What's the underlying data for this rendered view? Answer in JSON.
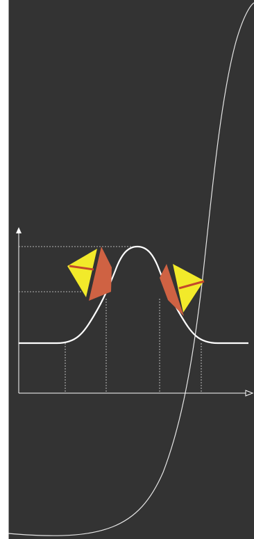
{
  "diagram": {
    "type": "peak-curve-with-rotating-pieces",
    "colors": {
      "background": "#333333",
      "frame": "#ffffff",
      "axis": "#ffffff",
      "curve": "#ffffff",
      "sigmoid": "#e6e6e6",
      "guide_lines": "#e0e0e0",
      "piece_yellow": "#f2ea2a",
      "piece_orange": "#cf6243",
      "piece_stripe": "#c4482b"
    },
    "axes": {
      "y_axis_arrow": "arrow-up-icon",
      "x_axis_arrow": "arrow-right-icon"
    },
    "pieces": [
      {
        "name": "left-piece",
        "icon": "rotating-piece-icon"
      },
      {
        "name": "right-piece",
        "icon": "rotating-piece-icon"
      }
    ],
    "elements": [
      "background-panel",
      "sigmoid-curve",
      "peak-curve",
      "vertical-guide-lines",
      "horizontal-guide-lines"
    ]
  }
}
